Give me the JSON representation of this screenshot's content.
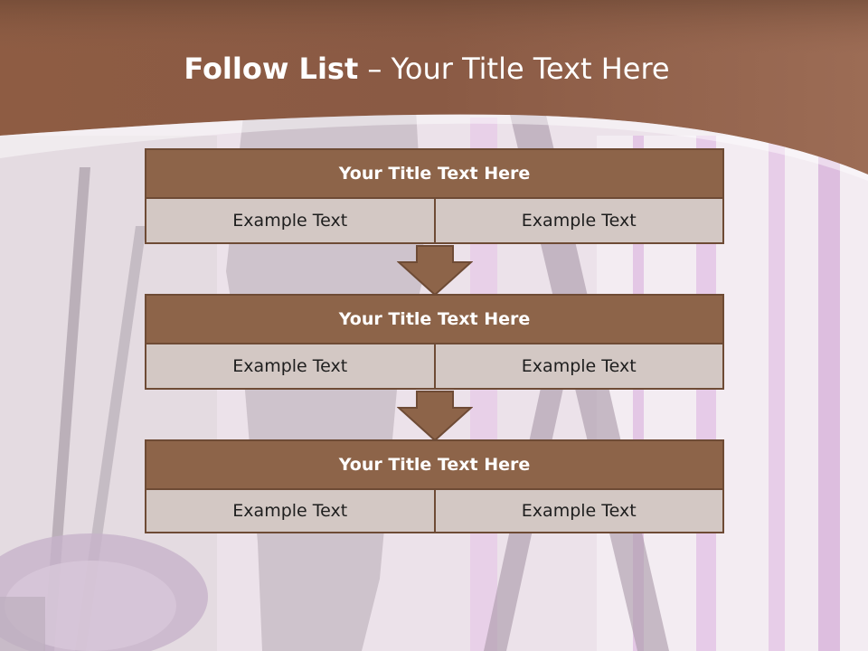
{
  "slide": {
    "title_bold": "Follow List",
    "title_rest": " – Your Title Text Here",
    "blocks": [
      {
        "title": "Your Title Text Here",
        "left": "Example Text",
        "right": "Example Text"
      },
      {
        "title": "Your Title Text Here",
        "left": "Example Text",
        "right": "Example Text"
      },
      {
        "title": "Your Title Text Here",
        "left": "Example Text",
        "right": "Example Text"
      }
    ]
  },
  "colors": {
    "header_brown": "#8d6449",
    "header_border": "#6e4b35",
    "cell_fill": "#d3c8c4",
    "background_lavender": "#e9dde6"
  }
}
